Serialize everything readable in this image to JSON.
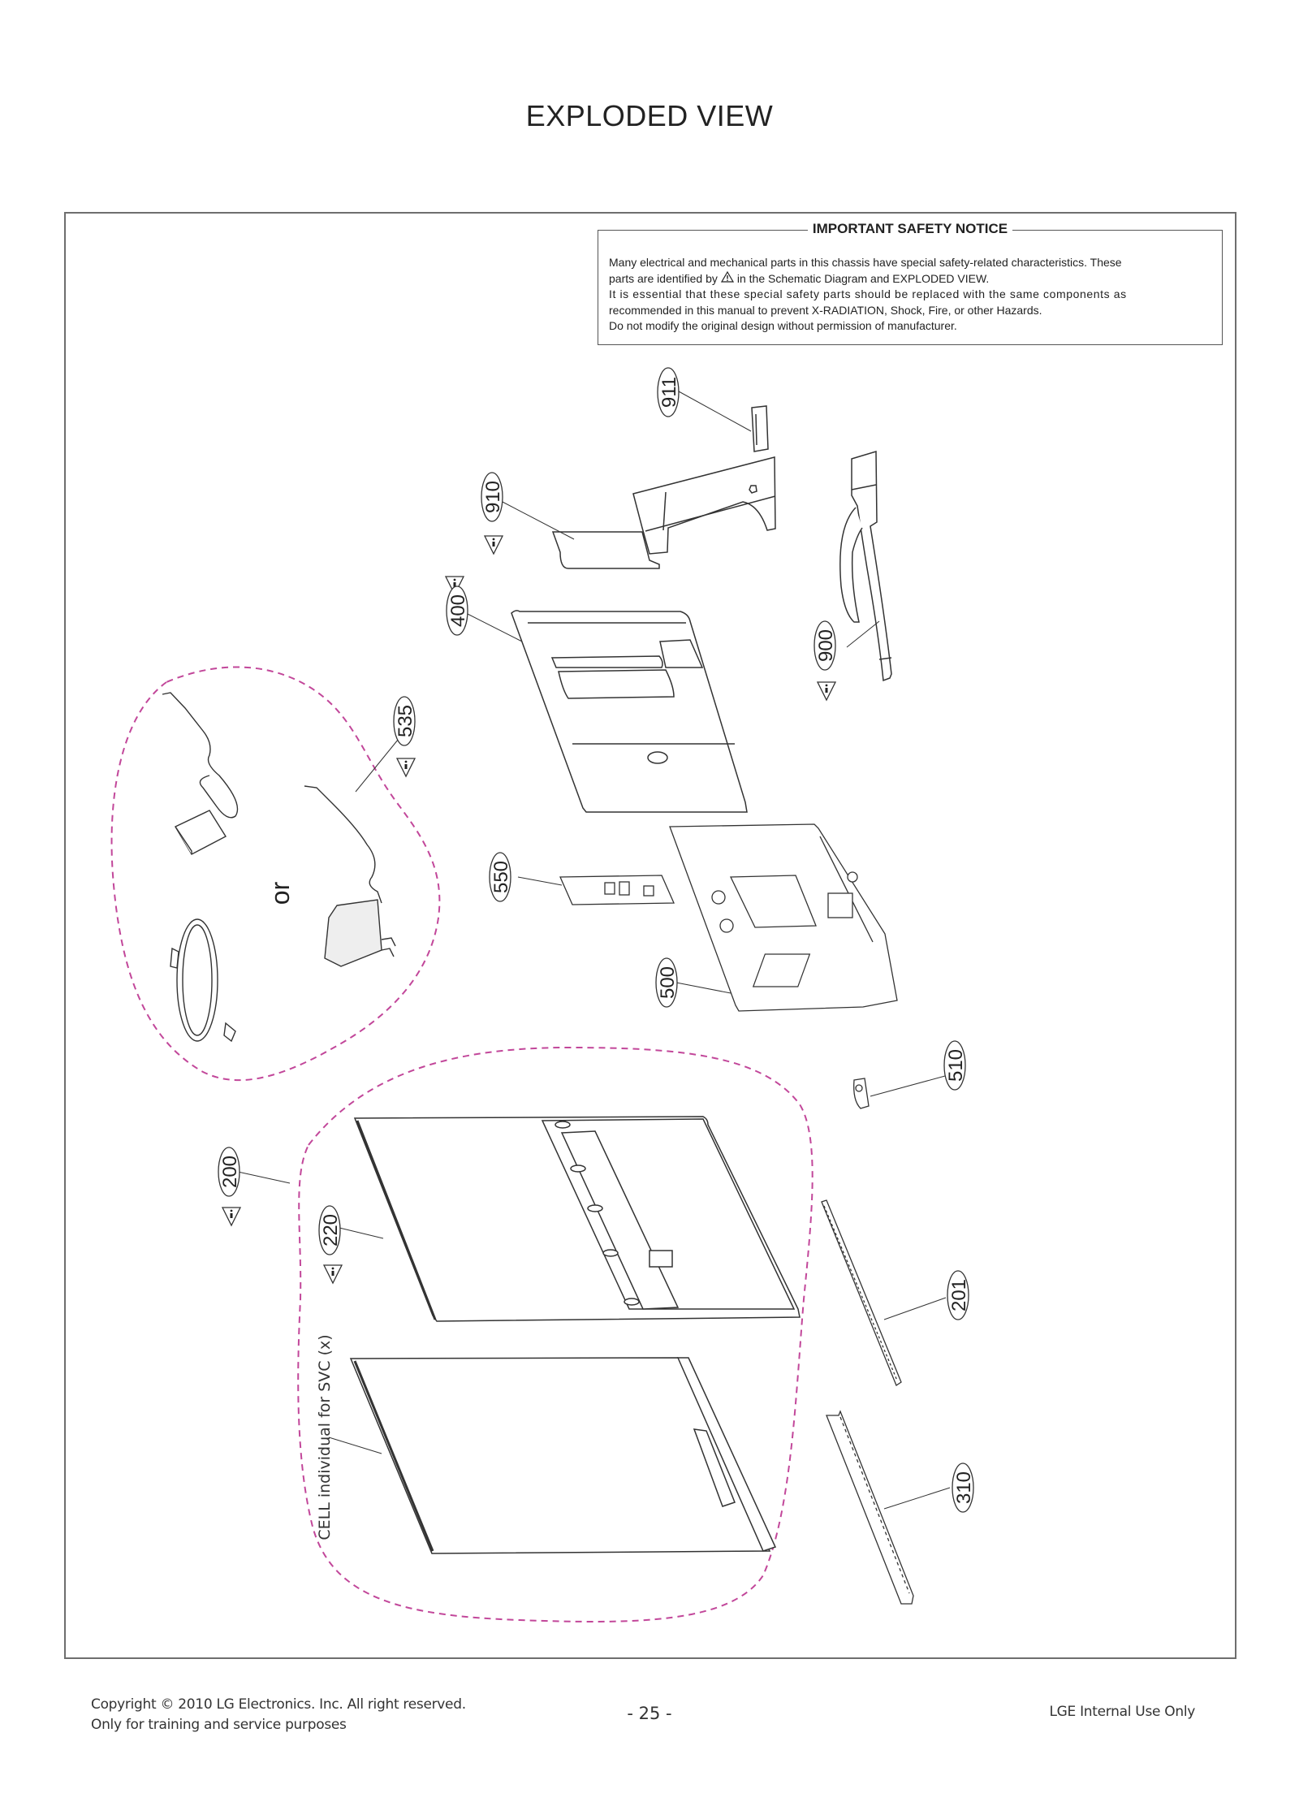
{
  "page": {
    "title": "EXPLODED VIEW"
  },
  "safety_notice": {
    "title": "IMPORTANT SAFETY NOTICE",
    "line1": "Many electrical and mechanical parts in this chassis have special safety-related characteristics. These",
    "line2_before_icon": "parts are identified by",
    "line2_icon": "warning-triangle-icon",
    "line2_after_icon": "in the Schematic Diagram and EXPLODED VIEW.",
    "line3": "It is essential that these special safety parts should be replaced with the same components as",
    "line4": "recommended in this manual to prevent X-RADIATION, Shock, Fire, or other Hazards.",
    "line5": "Do not modify the original design without permission of manufacturer."
  },
  "diagram": {
    "callouts": [
      {
        "id": "911",
        "label": "911",
        "safety": false
      },
      {
        "id": "910",
        "label": "910",
        "safety": true
      },
      {
        "id": "400",
        "label": "400",
        "safety": true
      },
      {
        "id": "900",
        "label": "900",
        "safety": true
      },
      {
        "id": "535",
        "label": "535",
        "safety": true
      },
      {
        "id": "550",
        "label": "550",
        "safety": false
      },
      {
        "id": "500",
        "label": "500",
        "safety": false
      },
      {
        "id": "510",
        "label": "510",
        "safety": false
      },
      {
        "id": "200",
        "label": "200",
        "safety": true
      },
      {
        "id": "220",
        "label": "220",
        "safety": true
      },
      {
        "id": "201",
        "label": "201",
        "safety": false
      },
      {
        "id": "310",
        "label": "310",
        "safety": false
      }
    ],
    "or_label": "or",
    "cell_label": "CELL  individual  for SVC (x)",
    "group_outline_color": "#c2479a",
    "line_color": "#333333"
  },
  "footer": {
    "copyright_line1": "Copyright © 2010 LG Electronics. Inc. All right reserved.",
    "copyright_line2": "Only for training and service purposes",
    "page_number": "- 25 -",
    "classification": "LGE Internal Use Only"
  }
}
